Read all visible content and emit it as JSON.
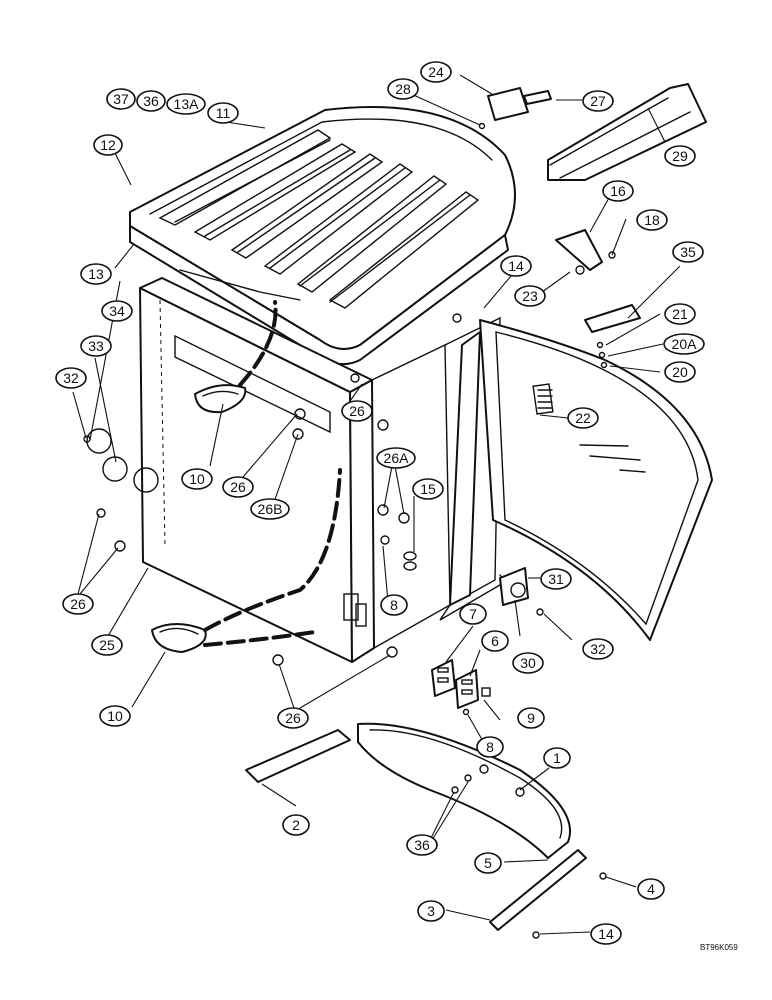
{
  "drawing_code": "BT96K059",
  "callouts": {
    "c1": "1",
    "c2": "2",
    "c3": "3",
    "c4": "4",
    "c5": "5",
    "c6": "6",
    "c7": "7",
    "c8a": "8",
    "c8b": "8",
    "c9": "9",
    "c10a": "10",
    "c10b": "10",
    "c11": "11",
    "c12": "12",
    "c13": "13",
    "c13a": "13A",
    "c14a": "14",
    "c14b": "14",
    "c15": "15",
    "c16": "16",
    "c18": "18",
    "c20": "20",
    "c20a": "20A",
    "c21": "21",
    "c22": "22",
    "c23": "23",
    "c24": "24",
    "c25": "25",
    "c26a": "26",
    "c26b": "26",
    "c26c": "26",
    "c26d": "26",
    "c26a2": "26A",
    "c26b2": "26B",
    "c27": "27",
    "c28": "28",
    "c29": "29",
    "c30": "30",
    "c31": "31",
    "c32a": "32",
    "c32b": "32",
    "c33": "33",
    "c34": "34",
    "c35": "35",
    "c36a": "36",
    "c36b": "36",
    "c37": "37"
  }
}
